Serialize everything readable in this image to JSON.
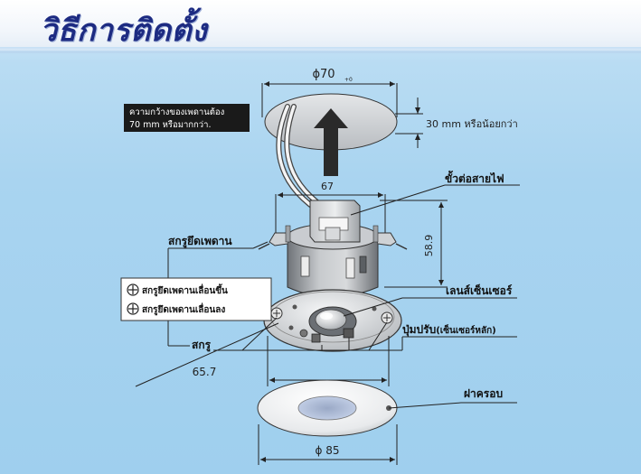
{
  "header": {
    "title": "วิธีการติดตั้ง"
  },
  "labels": {
    "hole_width_note_line1": "ความกว้างของเพดานต้อง",
    "hole_width_note_line2": "70 mm หรือมากกว่า.",
    "diameter_top": "ϕ70",
    "diameter_top_tol": "+0",
    "ceiling_thickness": "30 mm หรือน้อยกว่า",
    "width_67": "67",
    "terminal": "ขั้วต่อสายไฟ",
    "height_58_9": "58.9",
    "ceiling_screw": "สกรูยึดเพดาน",
    "screw_up": "สกรูยึดเพดานเลื่อนขึ้น",
    "screw_down": "สกรูยึดเพดานเลื่อนลง",
    "sensor_lens": "เลนส์เซ็นเซอร์",
    "adjust_knob": "ปุ่มปรับ",
    "adjust_knob_sub": "(เซ็นเซอร์หลัก)",
    "screw": "สกรู",
    "dim_65_7": "65.7",
    "cover": "ฝาครอบ",
    "diameter_bottom": "ϕ 85"
  },
  "colors": {
    "title": "#1d2b82",
    "note_box": "#1a1a1a",
    "line": "#222222"
  }
}
